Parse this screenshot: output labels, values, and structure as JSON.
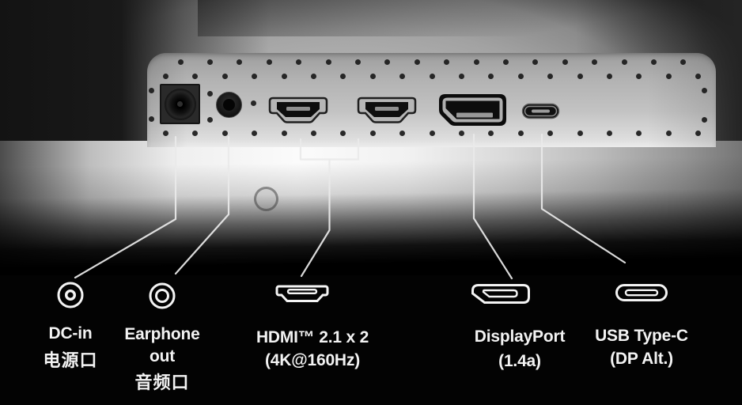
{
  "image_title": "Monitor rear I/O ports callout diagram",
  "colors": {
    "background": "#000000",
    "panel_gray": "#bdbdbd",
    "desk_highlight": "#fbfbfb",
    "text": "#f3f3f3",
    "callout_line": "#eaeaea"
  },
  "ports": {
    "dc": {
      "label": "DC-in",
      "label_zh": "电源口"
    },
    "earphone": {
      "label_line1": "Earphone",
      "label_line2": "out",
      "label_zh": "音频口"
    },
    "hdmi": {
      "label": "HDMI™ 2.1 x 2",
      "spec": "(4K@160Hz)"
    },
    "displayport": {
      "label": "DisplayPort",
      "spec": "(1.4a)"
    },
    "usbc": {
      "label": "USB Type-C",
      "spec": "(DP Alt.)"
    }
  }
}
